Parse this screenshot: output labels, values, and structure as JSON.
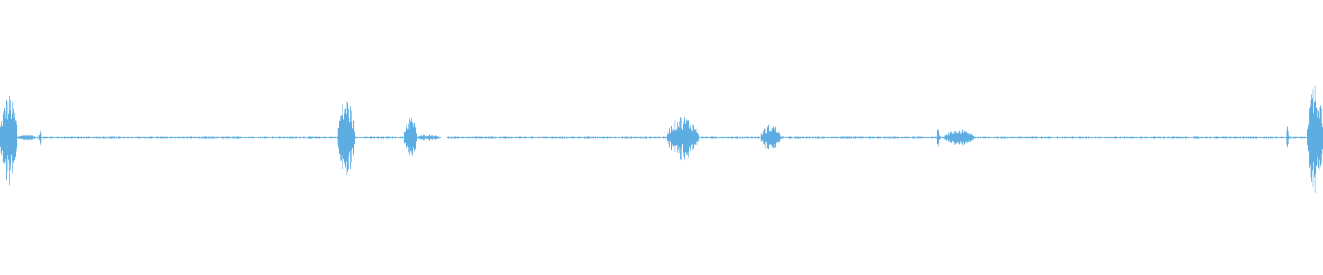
{
  "waveform": {
    "color": "#5dade2",
    "baseline_amplitude": 0.004,
    "duration_fraction_end": 1.0,
    "bursts": [
      {
        "start": 0.0,
        "end": 0.013,
        "amplitude": 0.16
      },
      {
        "start": 0.013,
        "end": 0.027,
        "amplitude": 0.012
      },
      {
        "start": 0.029,
        "end": 0.031,
        "amplitude": 0.03
      },
      {
        "start": 0.255,
        "end": 0.268,
        "amplitude": 0.15
      },
      {
        "start": 0.305,
        "end": 0.315,
        "amplitude": 0.08
      },
      {
        "start": 0.315,
        "end": 0.333,
        "amplitude": 0.012
      },
      {
        "start": 0.504,
        "end": 0.528,
        "amplitude": 0.08
      },
      {
        "start": 0.575,
        "end": 0.59,
        "amplitude": 0.05
      },
      {
        "start": 0.708,
        "end": 0.71,
        "amplitude": 0.045
      },
      {
        "start": 0.714,
        "end": 0.736,
        "amplitude": 0.03
      },
      {
        "start": 0.972,
        "end": 0.974,
        "amplitude": 0.05
      },
      {
        "start": 0.988,
        "end": 1.0,
        "amplitude": 0.22
      }
    ],
    "gaps": [
      {
        "start": 0.333,
        "end": 0.338
      }
    ]
  }
}
